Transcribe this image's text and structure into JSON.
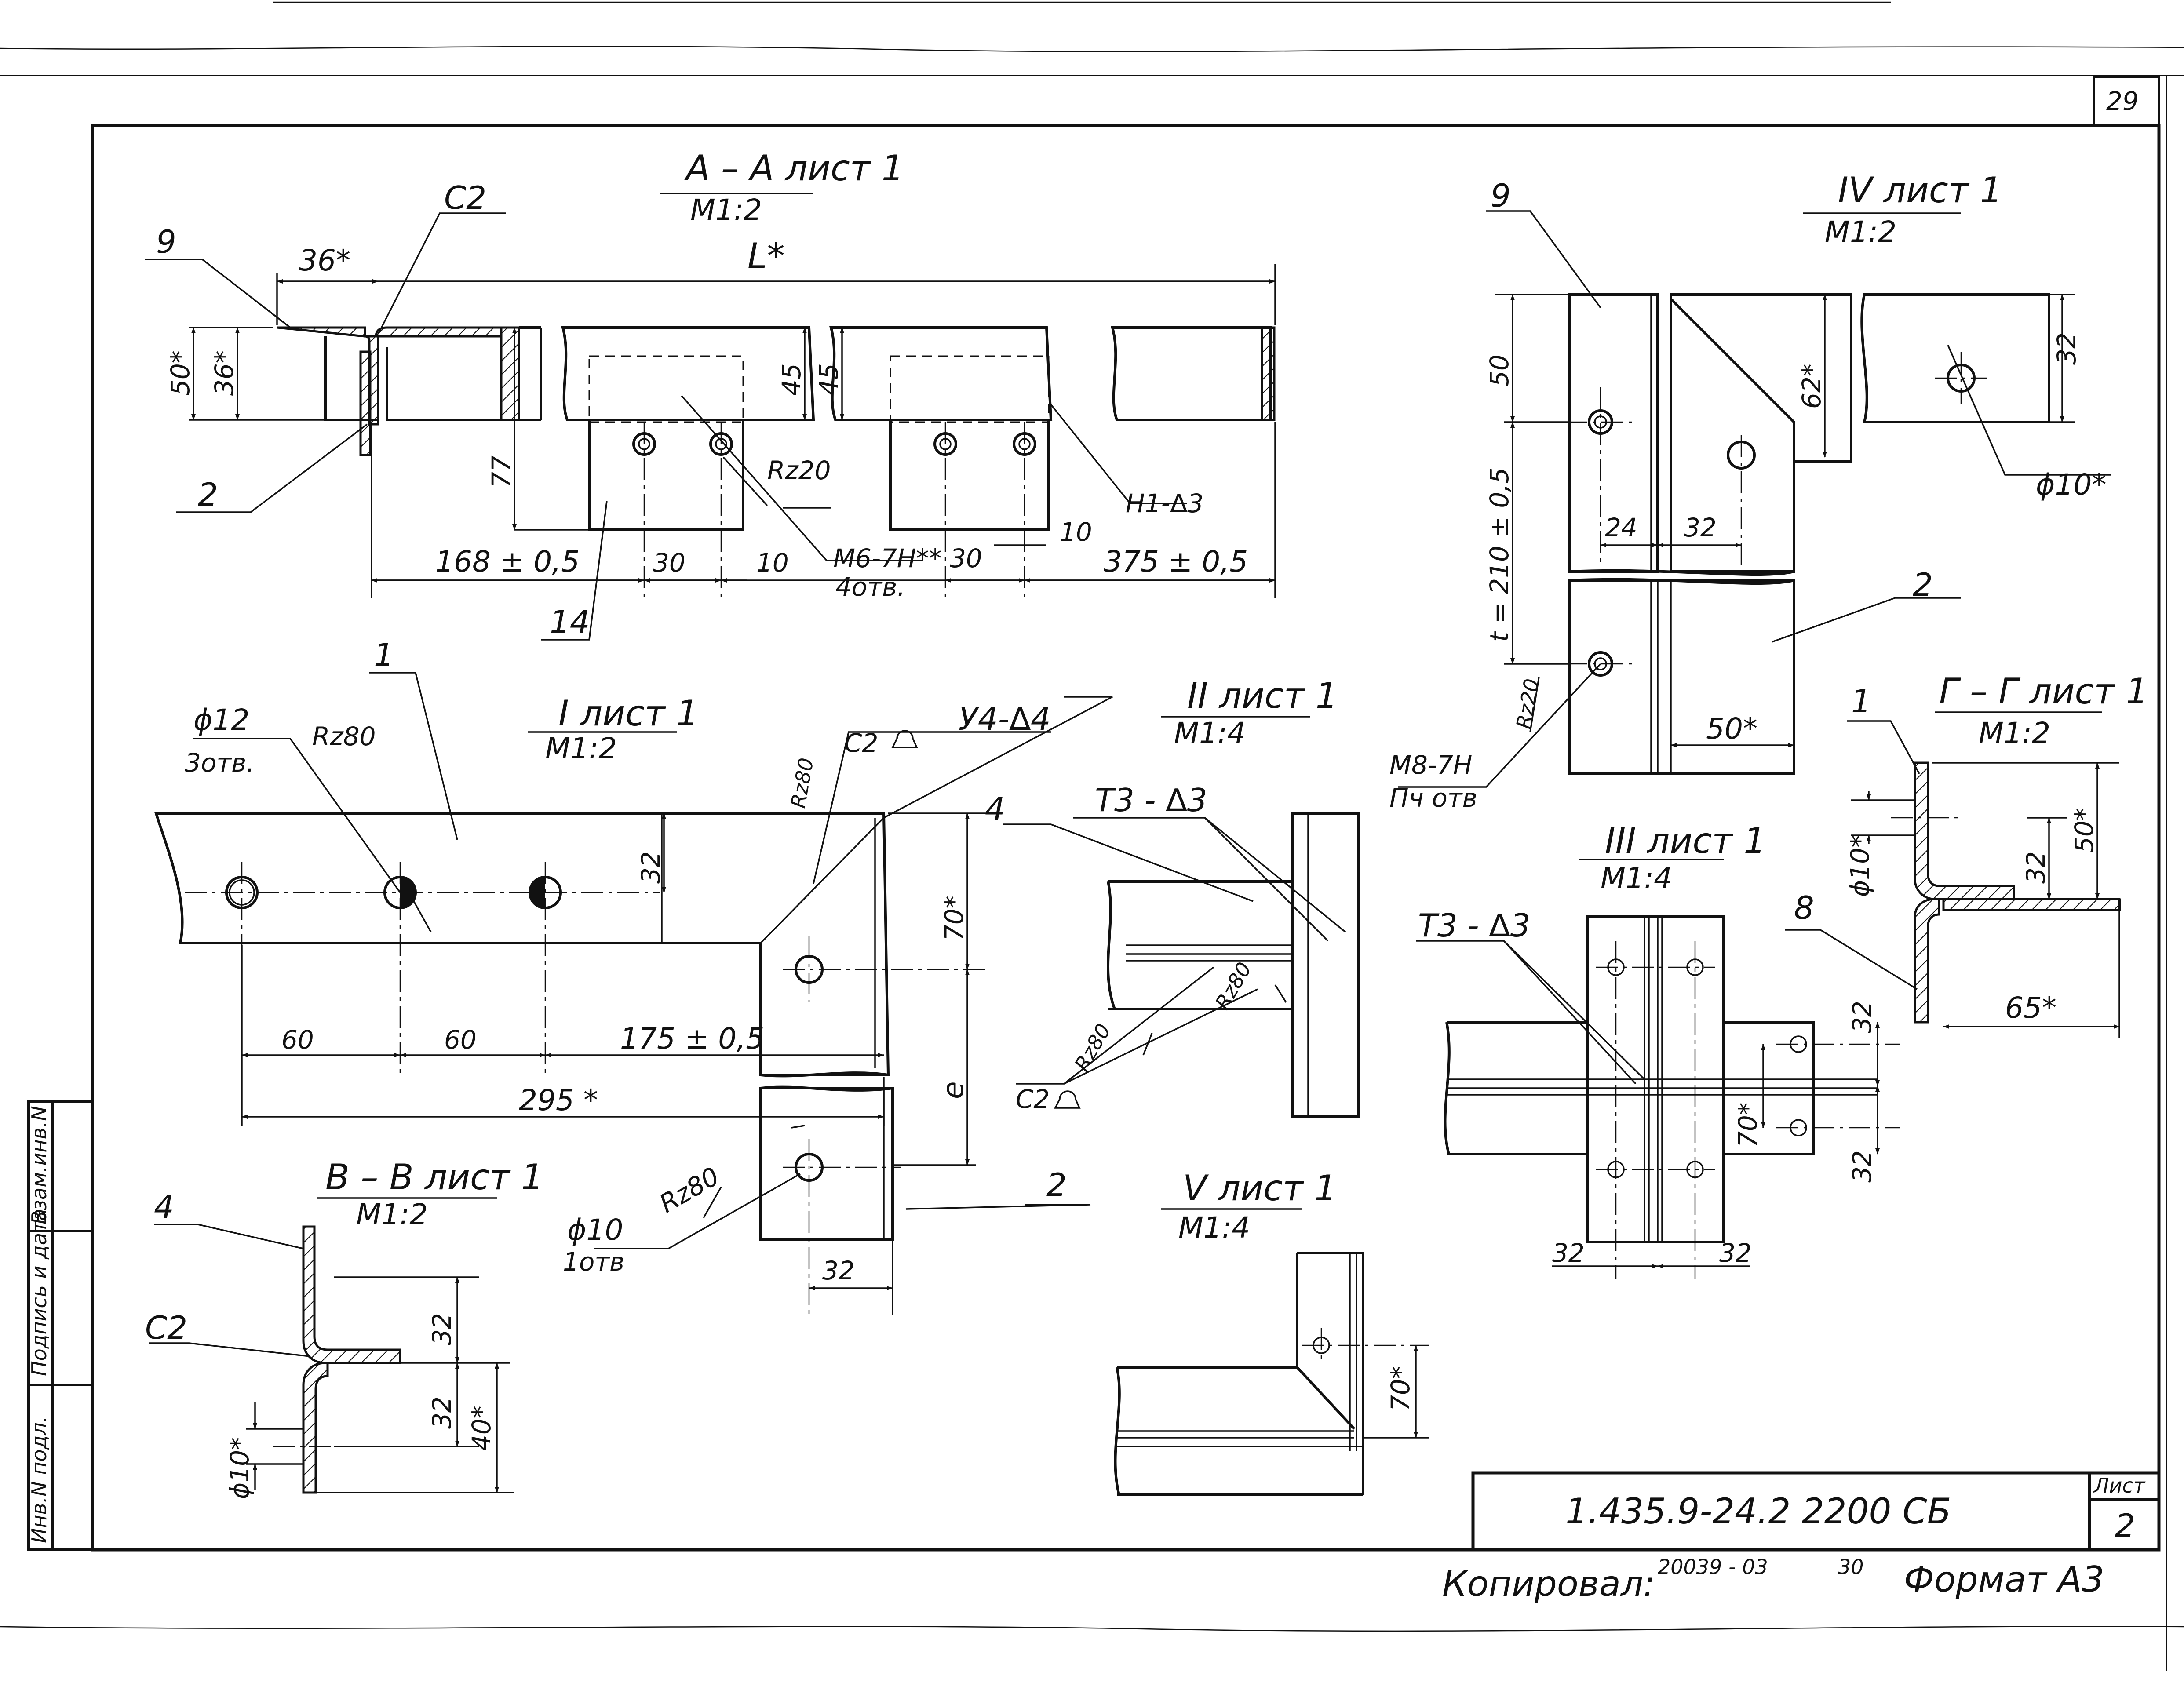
{
  "sheet": {
    "page_number": "29",
    "side_stamp": [
      "Инв.N подл.",
      "Подпись и дата",
      "Взам.инв.N"
    ],
    "title_block": {
      "designation": "1.435.9-24.2  2200 СБ",
      "sheet_label": "Лист",
      "sheet_value": "2"
    },
    "footer": {
      "copied_label": "Копировал:",
      "order_code": "20039 - 03",
      "order_number": "30",
      "format": "Формат А3"
    }
  },
  "views": {
    "section_aa": {
      "title": "А – А  лист 1",
      "scale": "М1:2",
      "labels": {
        "pos9": "9",
        "c2": "С2",
        "dim36a": "36*",
        "dimL": "L*",
        "dim50": "50*",
        "dim36b": "36*",
        "pos2": "2",
        "dim77": "77",
        "dim45a": "45",
        "dim45b": "45",
        "rz20": "Rz20",
        "h1": "Н1-∆3",
        "dim168": "168 ± 0,5",
        "dim30a": "30",
        "dim10a": "10",
        "thread": "М6-7Н**",
        "holes": "4отв.",
        "dim30b": "30",
        "dim10b": "10",
        "dim375": "375 ± 0,5",
        "pos14": "14"
      }
    },
    "view_iv": {
      "title": "IV  лист 1",
      "scale": "М1:2",
      "labels": {
        "pos9": "9",
        "dim50": "50",
        "dim62": "62*",
        "dim32a": "32",
        "dim210": "t = 210 ± 0,5",
        "dim24": "24",
        "dim32b": "32",
        "phi10": "ϕ10*",
        "pos2": "2",
        "rz20": "Rz20",
        "thread": "М8-7Н",
        "holes": "Пч отв",
        "dim50b": "50*"
      }
    },
    "view_i": {
      "title": "I  лист 1",
      "scale": "М1:2",
      "labels": {
        "pos1": "1",
        "phi12": "ϕ12",
        "holes": "3отв.",
        "rz80a": "Rz80",
        "rz80b": "Rz80",
        "c2": "С2",
        "weld": "У4-∆4",
        "dim32": "32",
        "dim70": "70*",
        "pos4": "4",
        "dim60a": "60",
        "dim60b": "60",
        "dim175": "175 ± 0,5",
        "dim295": "295 *",
        "dimE": "е",
        "phi10": "ϕ10",
        "holes2": "1отв",
        "rz80c": "Rz80",
        "pos2": "2",
        "dim32b": "32"
      }
    },
    "view_ii": {
      "title": "II  лист 1",
      "scale": "М1:4",
      "labels": {
        "weld": "Т3 - ∆3",
        "rz80a": "Rz80",
        "rz80b": "Rz80",
        "c2": "С2"
      }
    },
    "view_iii": {
      "title": "III  лист 1",
      "scale": "М1:4",
      "labels": {
        "weld": "Т3 - ∆3",
        "dim32a": "32",
        "dim70": "70*",
        "dim32b": "32",
        "dim32c": "32",
        "dim32d": "32"
      }
    },
    "section_gg": {
      "title": "Г – Г  лист 1",
      "scale": "М1:2",
      "labels": {
        "pos1": "1",
        "phi10": "ϕ10*",
        "dim32": "32",
        "dim50": "50*",
        "pos8": "8",
        "dim65": "65*"
      }
    },
    "section_vv": {
      "title": "В – В  лист 1",
      "scale": "М1:2",
      "labels": {
        "pos4": "4",
        "c2": "С2",
        "dim32a": "32",
        "dim32b": "32",
        "dim40": "40*",
        "phi10": "ϕ10*"
      }
    },
    "view_v": {
      "title": "V  лист 1",
      "scale": "М1:4",
      "labels": {
        "dim70": "70*"
      }
    }
  }
}
